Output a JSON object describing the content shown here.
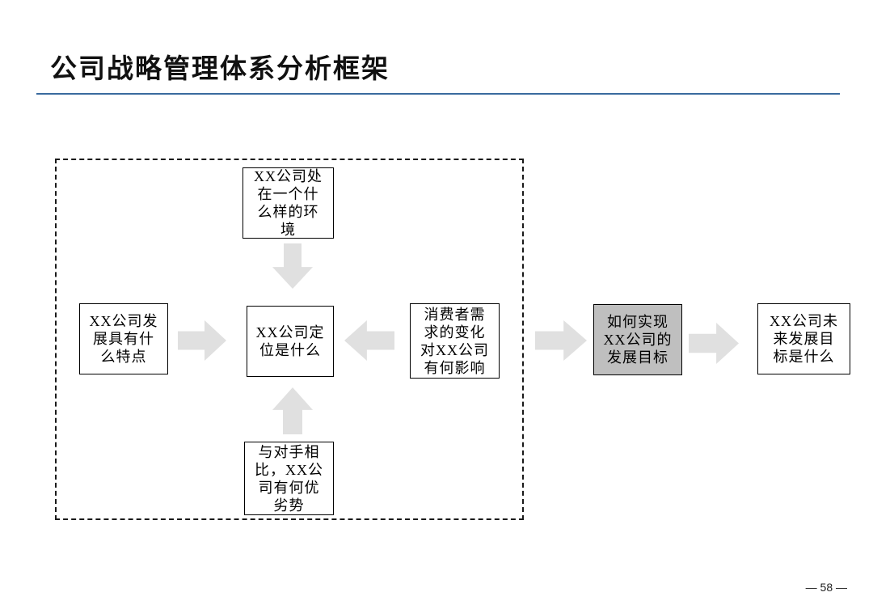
{
  "slide": {
    "title": "公司战略管理体系分析框架",
    "page_number": "— 58 —"
  },
  "colors": {
    "title_underline": "#3A6B9E",
    "arrow_fill": "#E0E0E0",
    "highlight_box_fill": "#BFBFBF",
    "box_border": "#000000"
  },
  "diagram": {
    "boxes": [
      {
        "id": "environment",
        "text": "XX公司处\n在一个什\n么样的环\n境",
        "highlighted": false
      },
      {
        "id": "features",
        "text": "XX公司发\n展具有什\n么特点",
        "highlighted": false
      },
      {
        "id": "positioning",
        "text": "XX公司定\n位是什么",
        "highlighted": false
      },
      {
        "id": "consumer",
        "text": "消费者需\n求的变化\n对XX公司\n有何影响",
        "highlighted": false
      },
      {
        "id": "competitor",
        "text": "与对手相\n比，XX公\n司有何优\n劣势",
        "highlighted": false
      },
      {
        "id": "how_achieve",
        "text": "如何实现\nXX公司的\n发展目标",
        "highlighted": true
      },
      {
        "id": "future_goal",
        "text": "XX公司未\n来发展目\n标是什么",
        "highlighted": false
      }
    ],
    "arrows": [
      {
        "id": "environment-to-positioning",
        "direction": "down"
      },
      {
        "id": "features-to-positioning",
        "direction": "right"
      },
      {
        "id": "consumer-to-positioning",
        "direction": "left"
      },
      {
        "id": "competitor-to-positioning",
        "direction": "up"
      },
      {
        "id": "frame-to-how-achieve",
        "direction": "right"
      },
      {
        "id": "how-achieve-to-future-goal",
        "direction": "right"
      }
    ]
  }
}
